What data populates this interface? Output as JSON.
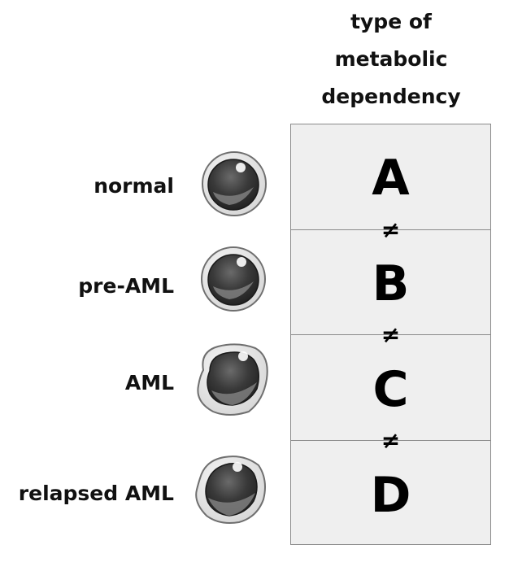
{
  "header": {
    "line1": "type of",
    "line2": "metabolic",
    "line3": "dependency"
  },
  "rows": [
    {
      "label": "normal",
      "letter": "A",
      "cell_shape": "round"
    },
    {
      "label": "pre-AML",
      "letter": "B",
      "cell_shape": "round"
    },
    {
      "label": "AML",
      "letter": "C",
      "cell_shape": "irregular"
    },
    {
      "label": "relapsed AML",
      "letter": "D",
      "cell_shape": "irregular"
    }
  ],
  "separator_symbol": "≠",
  "colors": {
    "cell_fill": "#ebebeb",
    "nucleus_dark": "#2b2b2b",
    "table_bg": "#efefef",
    "border": "#8a8a8a"
  }
}
